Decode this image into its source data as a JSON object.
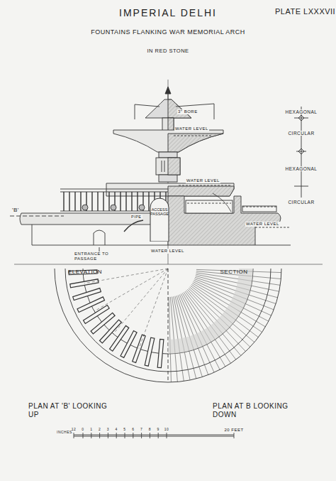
{
  "diagram": {
    "title": "IMPERIAL DELHI",
    "nodes": [
      {
        "text": [
          "ACCESS PASSAGE"
        ]
      }
    ],
    "labels": [
      "PLATE LXXXVII",
      "FOUNTAINS FLANKING WAR MEMORIAL ARCH",
      "IN RED STONE",
      "3\" BORE",
      "WATER LEVEL",
      "WATER LEVEL",
      "WATER LEVEL",
      "WATER LEVEL",
      "HEXAGONAL",
      "CIRCULAR",
      "HEXAGONAL",
      "CIRCULAR",
      "'B'",
      "PIPE",
      "ENTRANCE TO PASSAGE",
      "ELEVATION",
      "SECTION",
      "PLAN AT 'B' LOOKING UP",
      "PLAN AT B LOOKING DOWN",
      "INCHES",
      "12",
      "0",
      "1",
      "2",
      "3",
      "4",
      "5",
      "6",
      "7",
      "8",
      "9",
      "10",
      "20 FEET"
    ]
  }
}
